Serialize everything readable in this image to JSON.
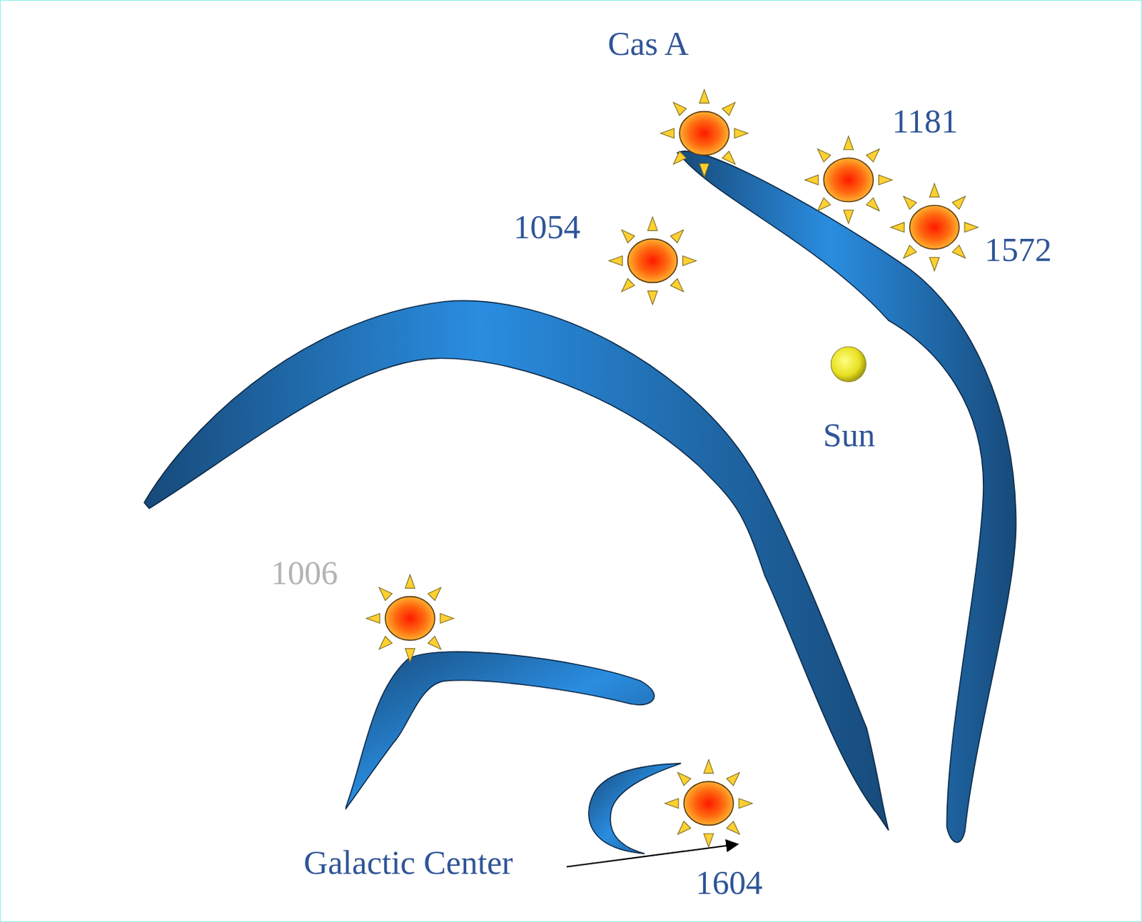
{
  "diagram": {
    "labels": [
      "Cas A",
      "1181",
      "1054",
      "1572",
      "Sun",
      "1006",
      "Galactic Center",
      "1604"
    ]
  }
}
